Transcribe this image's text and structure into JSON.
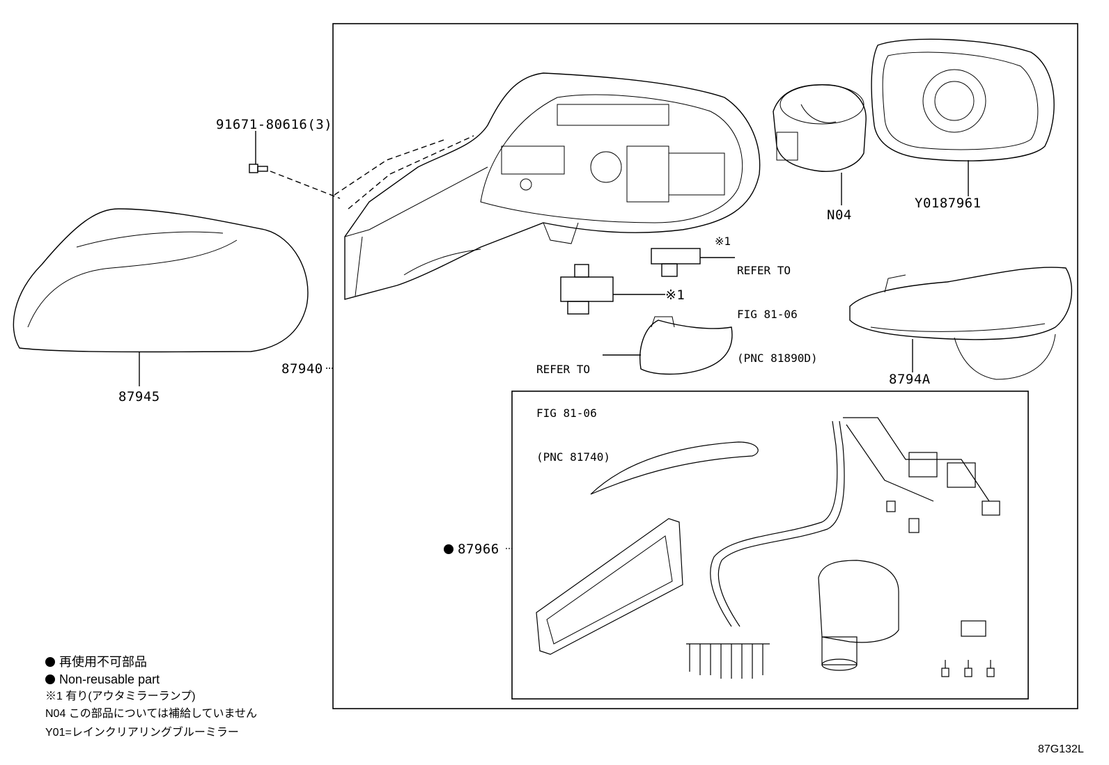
{
  "labels": {
    "bolt": "91671-80616(3)",
    "cover": "87945",
    "mirror_assy": "87940",
    "motor": "N04",
    "mirror_glass": "Y0187961",
    "lamp_cover": "8794A",
    "sub_assy": "87966",
    "mark1": "※1",
    "lamp_ref": [
      "REFER TO",
      "FIG 81-06",
      "(PNC 81890D)"
    ],
    "lamp_ref_mark": "※1",
    "signal_ref": [
      "REFER TO",
      "FIG 81-06",
      "(PNC 81740)"
    ],
    "diagram_code": "87G132L"
  },
  "legend": {
    "line1": "再使用不可部品",
    "line2": "Non-reusable part",
    "line3": "※1 有り(アウタミラーランプ)",
    "line4": "N04 この部品については補給していません",
    "line5": "Y01=レインクリアリングブルーミラー"
  }
}
